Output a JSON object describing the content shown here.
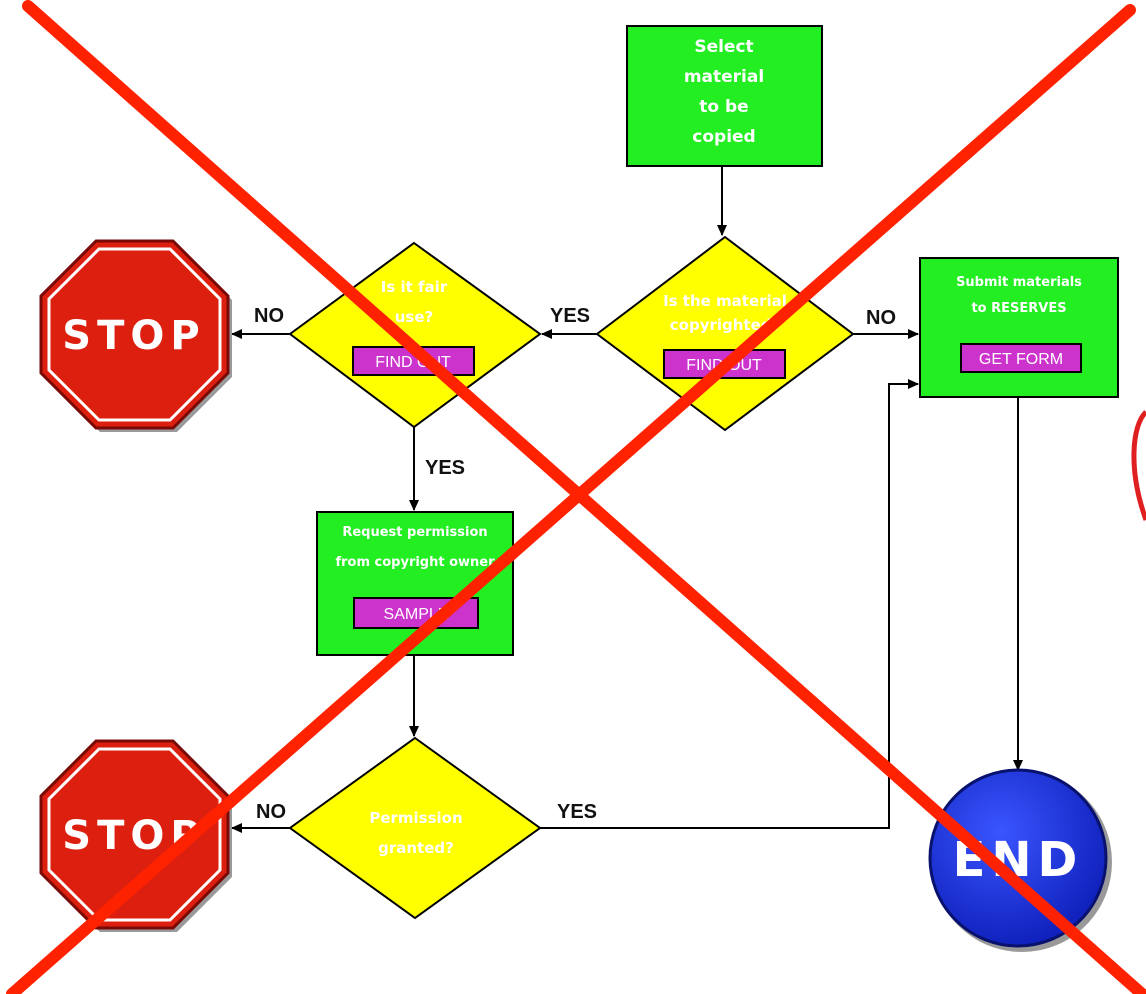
{
  "nodes": {
    "select": {
      "lines": [
        "Select",
        "material",
        "to be",
        "copied"
      ]
    },
    "copyrighted": {
      "lines": [
        "Is the material",
        "copyrighted?"
      ],
      "button": "FIND OUT"
    },
    "fair_use": {
      "lines": [
        "Is it fair",
        "use?"
      ],
      "button": "FIND OUT"
    },
    "reserves": {
      "lines": [
        "Submit materials",
        "to RESERVES"
      ],
      "button": "GET FORM"
    },
    "request": {
      "lines": [
        "Request permission",
        "from copyright owner"
      ],
      "button": "SAMPLE"
    },
    "granted": {
      "lines": [
        "Permission",
        "granted?"
      ]
    },
    "stop_top": {
      "label": "STOP"
    },
    "stop_bottom": {
      "label": "STOP"
    },
    "end": {
      "label": "END"
    }
  },
  "edges": {
    "copyrighted_yes": "YES",
    "copyrighted_no": "NO",
    "fair_use_no": "NO",
    "fair_use_yes": "YES",
    "granted_no": "NO",
    "granted_yes": "YES"
  },
  "colors": {
    "box_green": "#22ee22",
    "diamond_yellow": "#ffff00",
    "button_magenta": "#cc33cc",
    "stop_red": "#dd1f10",
    "end_blue": "#1a2ee6",
    "cross_red": "#ff2200"
  },
  "icons": {
    "stop_sign": "octagon",
    "end_circle": "circle",
    "cross_out": "x-mark"
  }
}
